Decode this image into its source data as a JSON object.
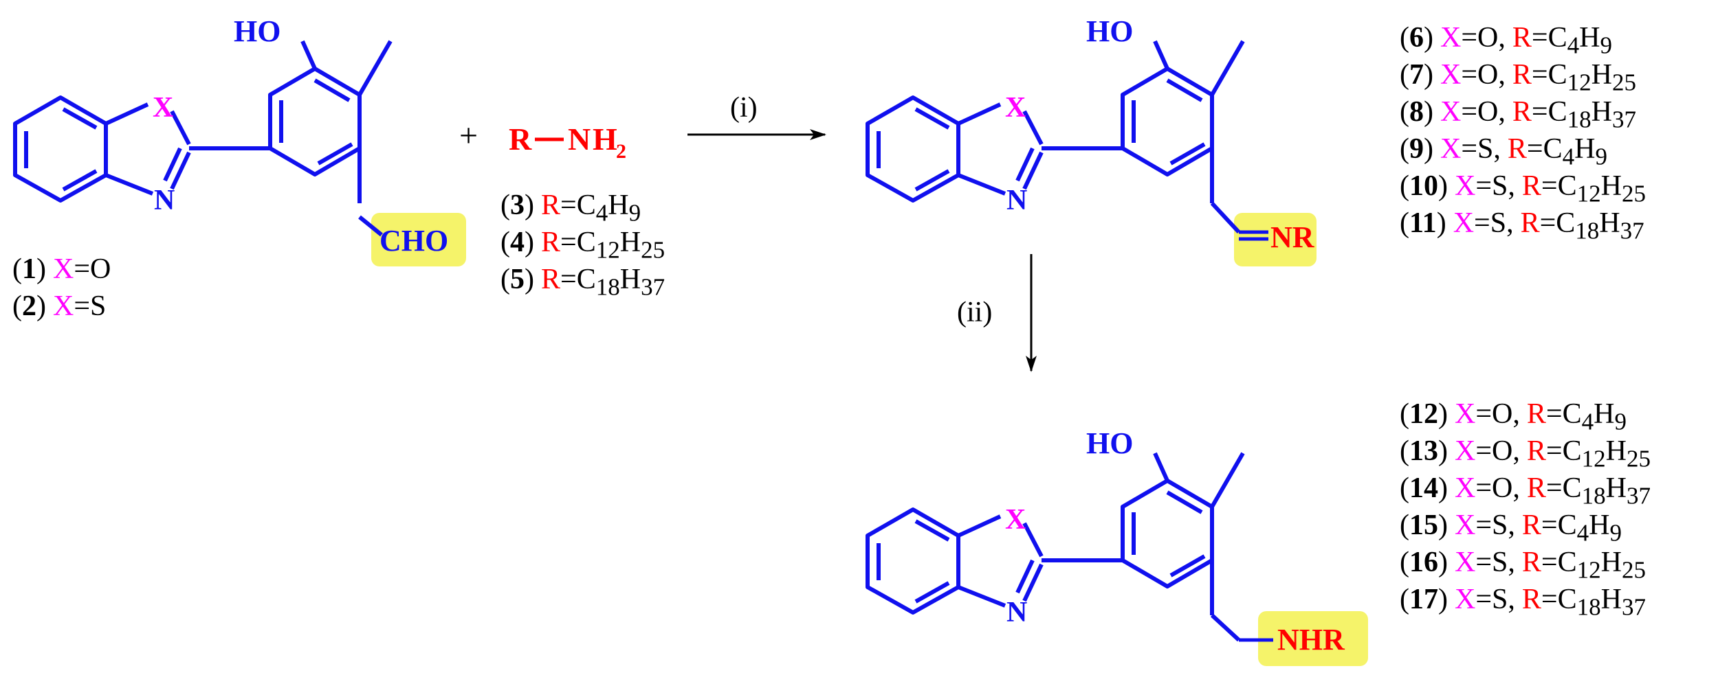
{
  "scheme": {
    "plus": "+",
    "amine": {
      "R": "R",
      "N": "N",
      "H2": "H",
      "sub2": "2"
    },
    "reaction_steps": [
      "(i)",
      "(ii)"
    ],
    "atoms": {
      "HO": "HO",
      "X": "X",
      "N": "N"
    },
    "groups": {
      "CHO": "CHO",
      "NR": "NR",
      "NHR": "NHR"
    },
    "start_labels": [
      {
        "num": "1",
        "x": "X",
        "eq": "=O",
        "r": "",
        "formula": ""
      },
      {
        "num": "2",
        "x": "X",
        "eq": "=S",
        "r": "",
        "formula": ""
      }
    ],
    "amine_labels": [
      {
        "num": "3",
        "r": "R",
        "eq": "=C",
        "c": "4",
        "h": "9"
      },
      {
        "num": "4",
        "r": "R",
        "eq": "=C",
        "c": "12",
        "h": "25"
      },
      {
        "num": "5",
        "r": "R",
        "eq": "=C",
        "c": "18",
        "h": "37"
      }
    ],
    "imine_labels": [
      {
        "num": "6",
        "x": "X",
        "xv": "=O,",
        "r": "R",
        "c": "4",
        "h": "9"
      },
      {
        "num": "7",
        "x": "X",
        "xv": "=O,",
        "r": "R",
        "c": "12",
        "h": "25"
      },
      {
        "num": "8",
        "x": "X",
        "xv": "=O,",
        "r": "R",
        "c": "18",
        "h": "37"
      },
      {
        "num": "9",
        "x": "X",
        "xv": "=S,",
        "r": "R",
        "c": "4",
        "h": "9"
      },
      {
        "num": "10",
        "x": "X",
        "xv": "=S,",
        "r": "R",
        "c": "12",
        "h": "25"
      },
      {
        "num": "11",
        "x": "X",
        "xv": "=S,",
        "r": "R",
        "c": "18",
        "h": "37"
      }
    ],
    "amine_product_labels": [
      {
        "num": "12",
        "x": "X",
        "xv": "=O,",
        "r": "R",
        "c": "4",
        "h": "9"
      },
      {
        "num": "13",
        "x": "X",
        "xv": "=O,",
        "r": "R",
        "c": "12",
        "h": "25"
      },
      {
        "num": "14",
        "x": "X",
        "xv": "=O,",
        "r": "R",
        "c": "18",
        "h": "37"
      },
      {
        "num": "15",
        "x": "X",
        "xv": "=S,",
        "r": "R",
        "c": "4",
        "h": "9"
      },
      {
        "num": "16",
        "x": "X",
        "xv": "=S,",
        "r": "R",
        "c": "12",
        "h": "25"
      },
      {
        "num": "17",
        "x": "X",
        "xv": "=S,",
        "r": "R",
        "c": "18",
        "h": "37"
      }
    ],
    "colors": {
      "bond": "#1010ee",
      "x_atom": "#ff00ff",
      "r_group": "#ff0000",
      "highlight": "#f4f25a",
      "arrow": "#000000"
    }
  }
}
